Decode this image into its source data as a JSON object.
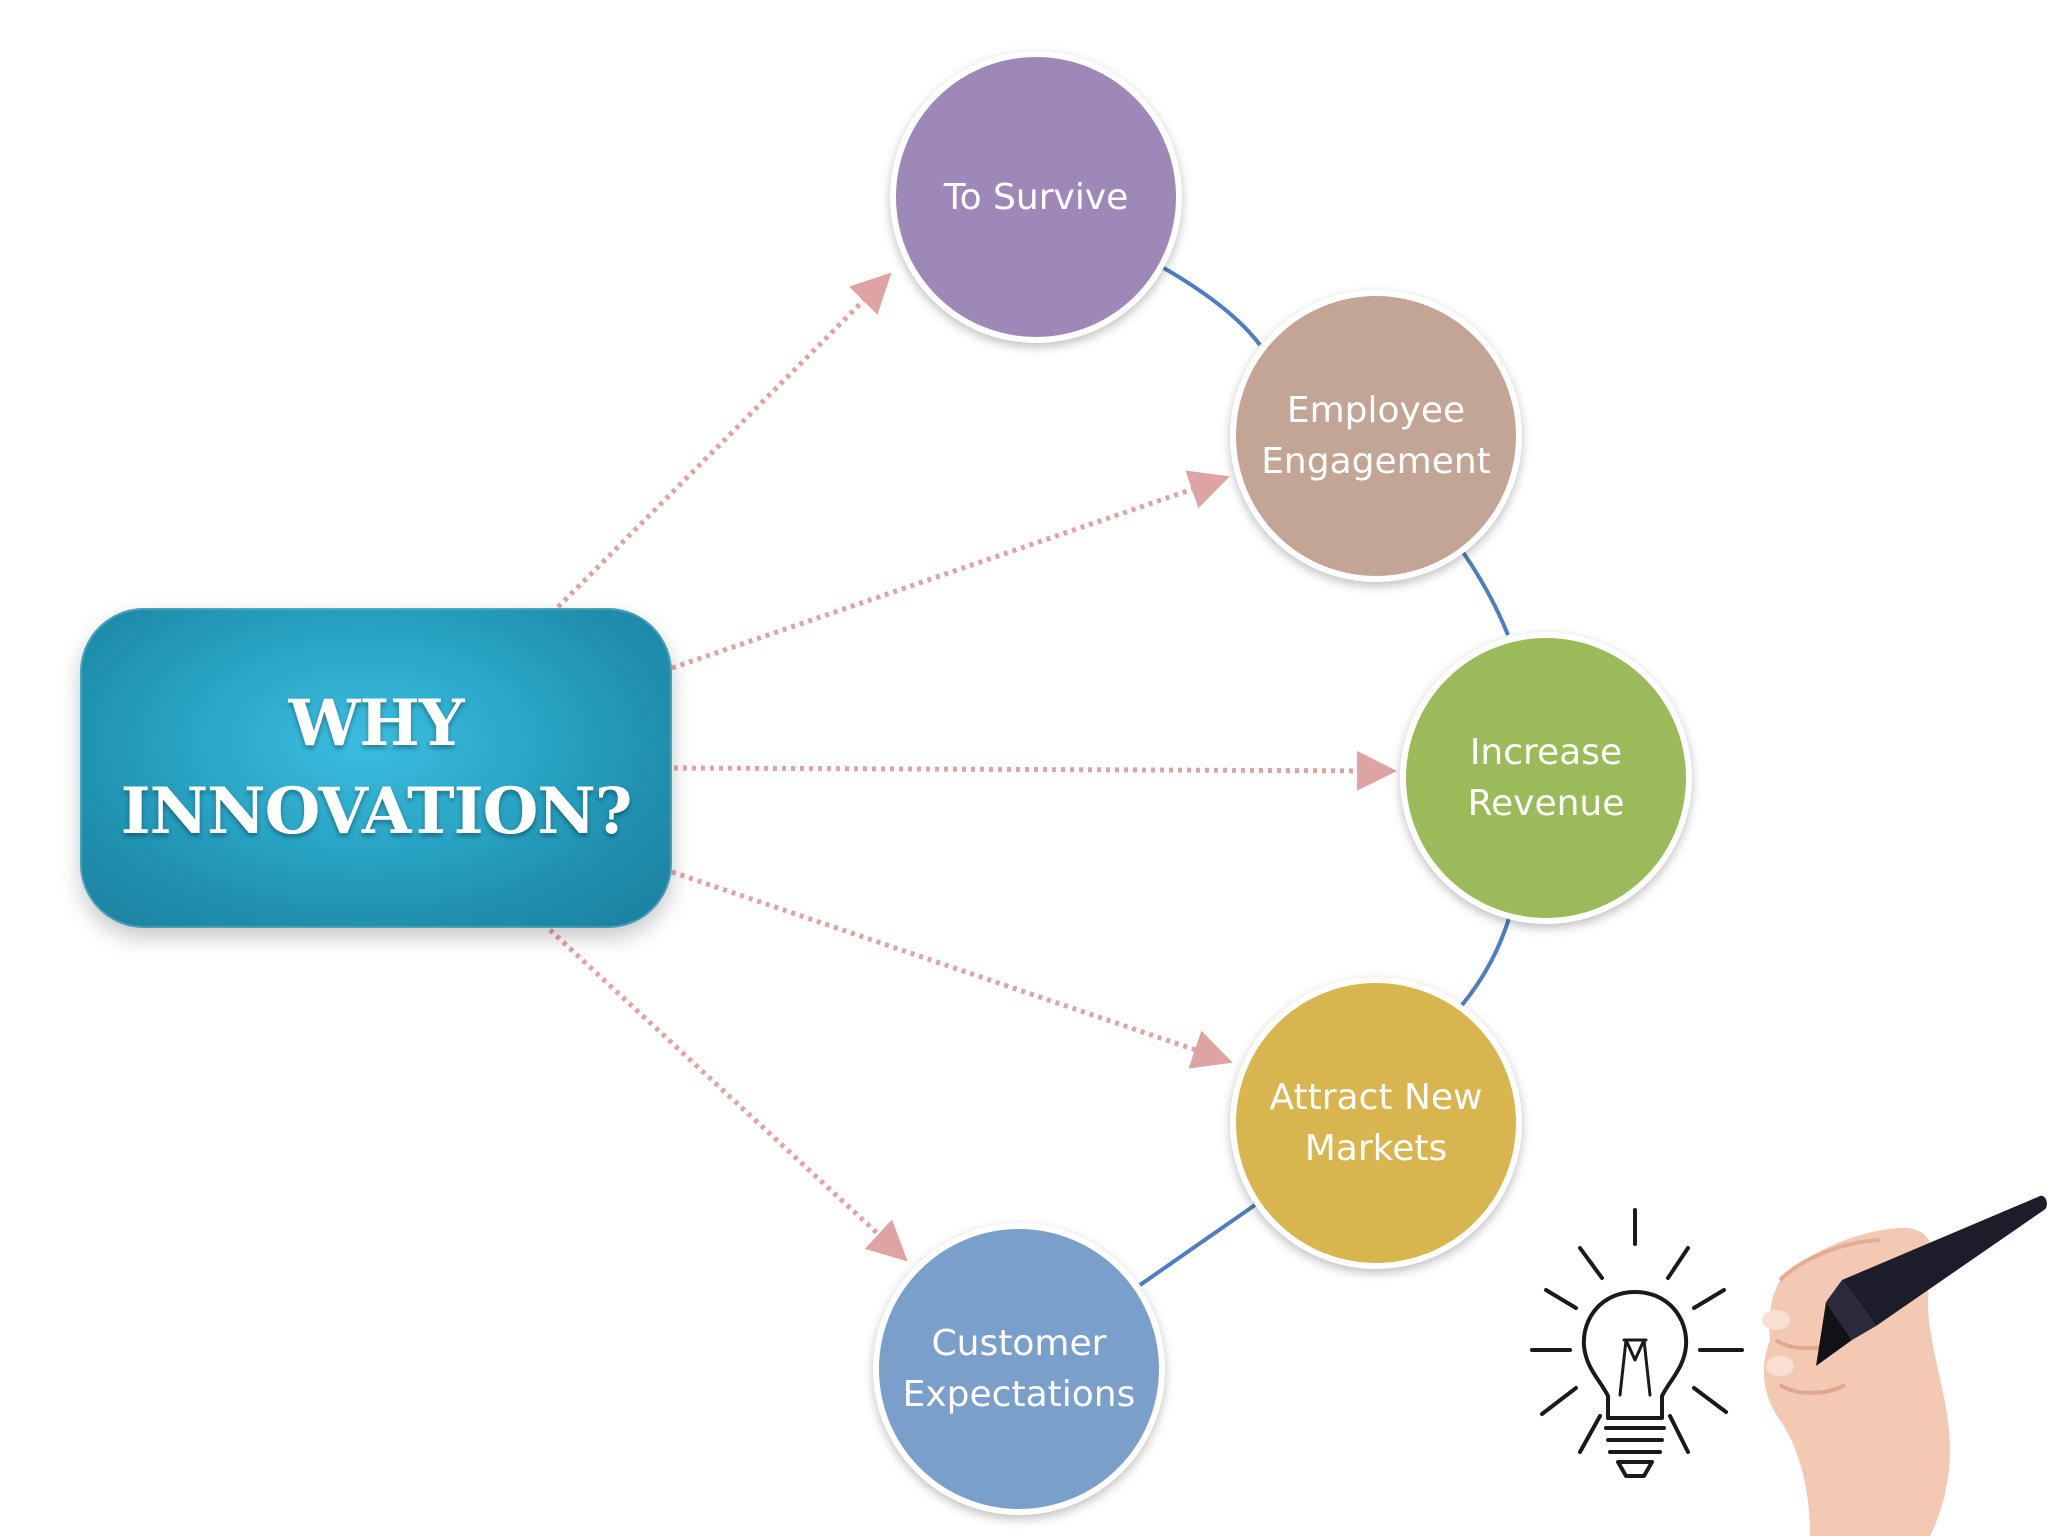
{
  "center": {
    "title": "WHY\nINNOVATION?",
    "color": "#2aa6c6"
  },
  "nodes": [
    {
      "label": "To Survive",
      "color": "#9e88b8"
    },
    {
      "label": "Employee\nEngagement",
      "color": "#c2a594"
    },
    {
      "label": "Increase\nRevenue",
      "color": "#9bba59"
    },
    {
      "label": "Attract New\nMarkets",
      "color": "#d9b54f"
    },
    {
      "label": "Customer\nExpectations",
      "color": "#7a9fca"
    }
  ],
  "colors": {
    "arrow": "#e0a3a3",
    "ring": "#4f7dbf"
  },
  "illustration": {
    "icons": [
      "lightbulb-icon",
      "hand-with-marker"
    ]
  }
}
